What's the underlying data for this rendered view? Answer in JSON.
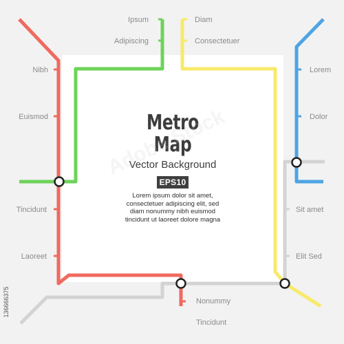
{
  "title": {
    "line1": "Metro",
    "line2": "Map",
    "subtitle": "Vector Background",
    "badge": "EPS10"
  },
  "body_text": [
    "Lorem ipsum dolor sit amet,",
    "consectetuer adipiscing elit, sed",
    "diam nonummy nibh euismod",
    "tincidunt ut laoreet dolore magna"
  ],
  "line_colors": {
    "red": "#ef6a5f",
    "green": "#6ed35a",
    "yellow": "#f7ea6b",
    "blue": "#4fa4e3",
    "gray": "#d3d3d3"
  },
  "stations": {
    "green": [
      "Ipsum",
      "Adipiscing"
    ],
    "yellow": [
      "Diam",
      "Consectetuer"
    ],
    "red_upper": [
      "Nibh",
      "Euismod"
    ],
    "red_lower": [
      "Tincidunt",
      "Laoreet"
    ],
    "blue": [
      "Lorem",
      "Dolor"
    ],
    "gray_right": [
      "Sit amet",
      "Elit Sed"
    ],
    "bottom": [
      "Nonummy",
      "Tincidunt"
    ]
  },
  "stock_id": "136666375",
  "watermark_text": "Adobe Stock"
}
